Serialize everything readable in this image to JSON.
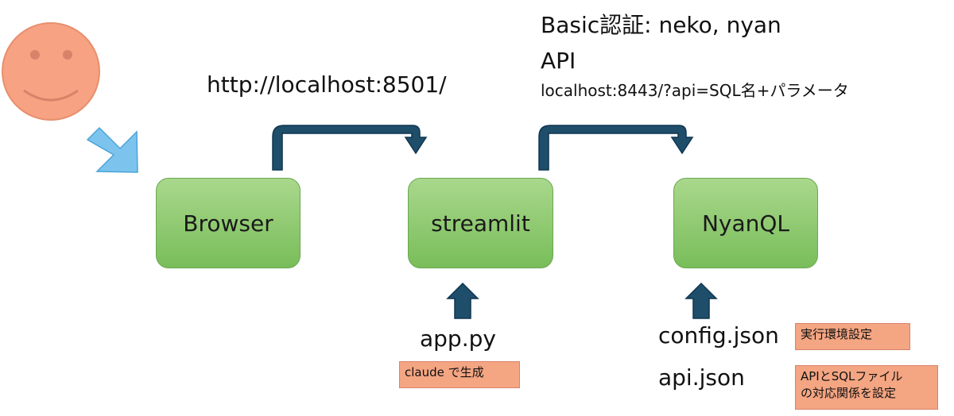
{
  "nodes": {
    "browser": "Browser",
    "streamlit": "streamlit",
    "nyanql": "NyanQL"
  },
  "labels": {
    "url": "http://localhost:8501/",
    "basic_auth": "Basic認証: neko, nyan",
    "api_title": "API",
    "api_url": "localhost:8443/?api=SQL名+パラメータ",
    "app_py": "app.py",
    "config_json": "config.json",
    "api_json": "api.json"
  },
  "notes": {
    "claude": "claude で生成",
    "env": "実行環境設定",
    "mapping_line1": "APIとSQLファイル",
    "mapping_line2": "の対応関係を設定"
  },
  "icons": {
    "user": "smiley-face-icon",
    "entry_arrow": "arrow-down-right-icon",
    "flow_arrow": "curved-arrow-icon",
    "input_arrow": "arrow-up-icon"
  },
  "colors": {
    "node_fill": "#8fcb6e",
    "arrow_dark": "#1f4e6b",
    "entry_arrow": "#7cc4ee",
    "face": "#f6a283",
    "note_fill": "#f4a582"
  }
}
